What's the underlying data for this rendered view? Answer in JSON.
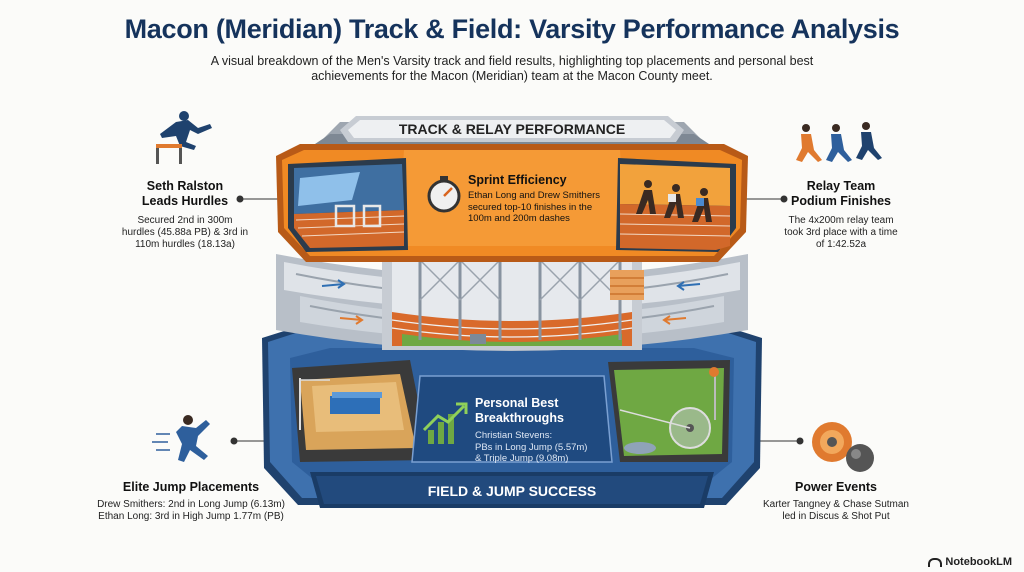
{
  "header": {
    "title": "Macon (Meridian) Track & Field: Varsity Performance Analysis",
    "subtitle_line1": "A visual breakdown of the Men's Varsity track and field results, highlighting top placements and personal best",
    "subtitle_line2": "achievements for the Macon (Meridian) team at the Macon County meet."
  },
  "banners": {
    "top": "TRACK & RELAY PERFORMANCE",
    "bottom": "FIELD & JUMP SUCCESS"
  },
  "panels": {
    "sprint": {
      "title": "Sprint Efficiency",
      "lines": [
        "Ethan Long and Drew Smithers",
        "secured top-10 finishes in the",
        "100m and 200m dashes"
      ]
    },
    "pb": {
      "title_line1": "Personal Best",
      "title_line2": "Breakthroughs",
      "lines": [
        "Christian Stevens:",
        "PBs in Long Jump (5.57m)",
        "& Triple Jump (9.08m)"
      ]
    }
  },
  "callouts": {
    "hurdles": {
      "title_line1": "Seth Ralston",
      "title_line2": "Leads Hurdles",
      "lines": [
        "Secured 2nd in 300m",
        "hurdles (45.88a PB) & 3rd in",
        "110m hurdles (18.13a)"
      ]
    },
    "relay": {
      "title_line1": "Relay Team",
      "title_line2": "Podium Finishes",
      "lines": [
        "The 4x200m relay team",
        "took 3rd place with a time",
        "of 1:42.52a"
      ]
    },
    "jump": {
      "title": "Elite Jump Placements",
      "lines": [
        "Drew Smithers: 2nd in Long Jump (6.13m)",
        "Ethan Long: 3rd in High Jump 1.77m (PB)"
      ]
    },
    "power": {
      "title": "Power Events",
      "lines": [
        "Karter Tangney & Chase Sutman",
        "led in Discus & Shot Put"
      ]
    }
  },
  "watermark": "NotebookLM",
  "colors": {
    "navy": "#15335c",
    "orange": "#f08a24",
    "blue": "#2e5f9c",
    "green": "#6fa843"
  }
}
